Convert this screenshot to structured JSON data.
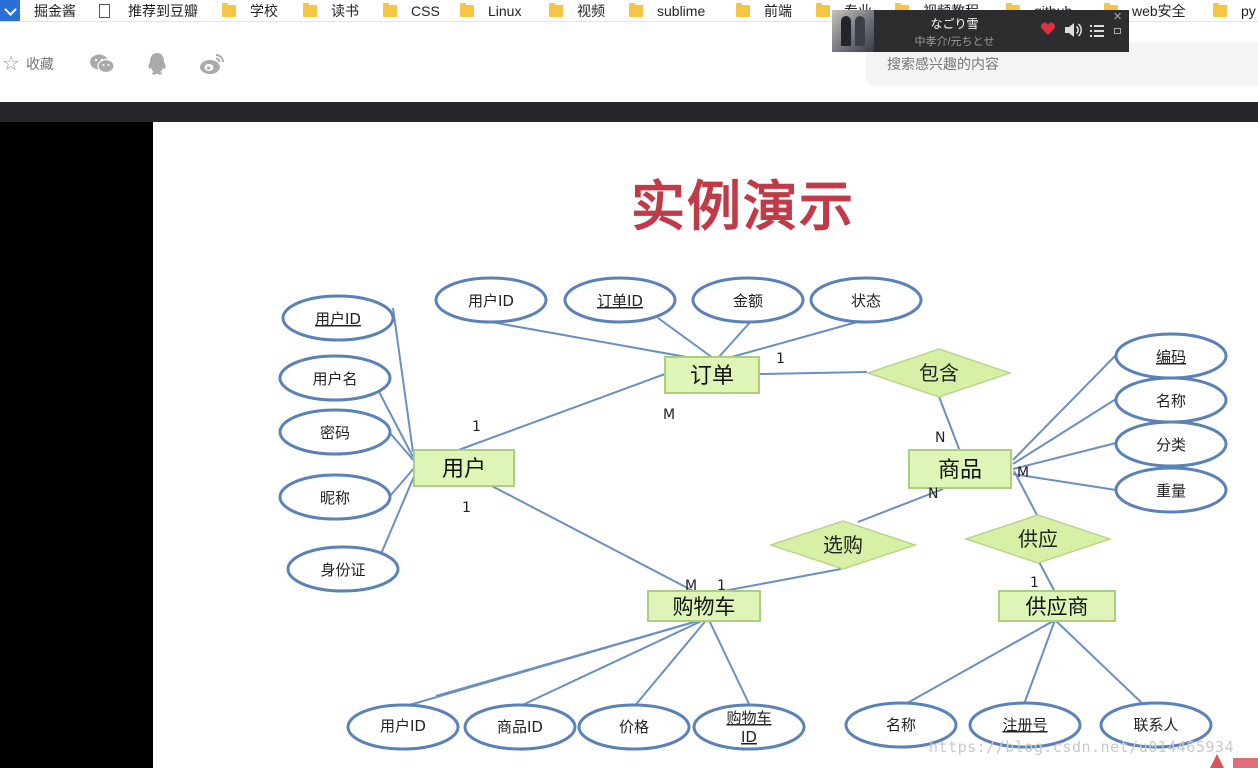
{
  "bookmarks": [
    {
      "label": "掘金酱",
      "icon": "none"
    },
    {
      "label": "推荐到豆瓣",
      "icon": "page-icon"
    },
    {
      "label": "学校",
      "icon": "folder-icon"
    },
    {
      "label": "读书",
      "icon": "folder-icon"
    },
    {
      "label": "CSS",
      "icon": "folder-icon"
    },
    {
      "label": "Linux",
      "icon": "folder-icon"
    },
    {
      "label": "视频",
      "icon": "folder-icon"
    },
    {
      "label": "sublime",
      "icon": "folder-icon"
    },
    {
      "label": "前端",
      "icon": "folder-icon"
    },
    {
      "label": "专业",
      "icon": "folder-icon"
    },
    {
      "label": "视频教程",
      "icon": "folder-icon"
    },
    {
      "label": "github",
      "icon": "folder-icon"
    },
    {
      "label": "web安全",
      "icon": "folder-icon"
    },
    {
      "label": "py",
      "icon": "folder-icon"
    }
  ],
  "share": {
    "favorite_label": "收藏",
    "icons": [
      "wechat-icon",
      "qq-icon",
      "weibo-icon"
    ]
  },
  "search": {
    "placeholder": "搜索感兴趣的内容"
  },
  "music": {
    "song": "なごり雪",
    "artist": "中孝介/元ちとせ",
    "colors": {
      "heart": "#e03040",
      "bg": "#2d2d2f"
    }
  },
  "slide": {
    "title": "实例演示",
    "colors": {
      "title": "#c13a48",
      "entity_fill": "#dff5b8",
      "relation_fill": "#d7f0a6",
      "attr_stroke": "#5a82b8",
      "line": "#6a8fc0"
    },
    "entities": {
      "user": "用户",
      "order": "订单",
      "product": "商品",
      "cart": "购物车",
      "supplier": "供应商"
    },
    "relations": {
      "contains": "包含",
      "choose": "选购",
      "supply": "供应"
    },
    "attributes": {
      "user": [
        "用户ID",
        "用户名",
        "密码",
        "昵称",
        "身份证"
      ],
      "order": [
        "用户ID",
        "订单ID",
        "金额",
        "状态"
      ],
      "product": [
        "编码",
        "名称",
        "分类",
        "重量"
      ],
      "cart": [
        "用户ID",
        "商品ID",
        "价格",
        "购物车",
        "ID"
      ],
      "supplier": [
        "名称",
        "注册号",
        "联系人"
      ]
    },
    "cardinalities": {
      "user_order_user": "1",
      "user_order_order": "M",
      "user_cart_user": "1",
      "cart_user": "M",
      "cart_choose": "1",
      "order_contains": "1",
      "contains_product": "N",
      "product_choose": "N",
      "product_supply": "M",
      "supply_supplier": "1"
    },
    "watermark": "https://blog.csdn.net/u014465934"
  }
}
